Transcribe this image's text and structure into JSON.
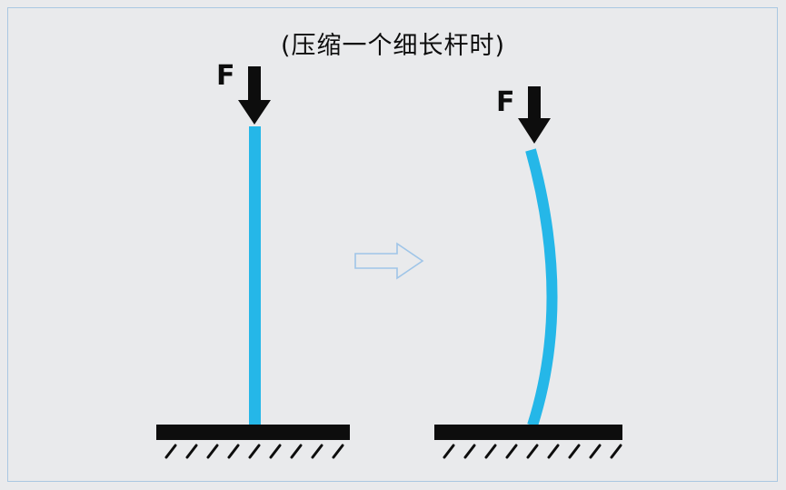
{
  "title": "(压缩一个细长杆时)",
  "figures": {
    "left": {
      "force_label": "F"
    },
    "right": {
      "force_label": "F"
    }
  },
  "icons": {
    "force_arrow": "down-arrow",
    "transition_arrow": "right-outline-arrow",
    "ground": "hatched-fixed-support"
  },
  "colors": {
    "rod": "#25b7e8",
    "force_arrow": "#0d0d0d",
    "ground": "#0d0d0d",
    "transition_arrow": "#9fc5e8"
  }
}
